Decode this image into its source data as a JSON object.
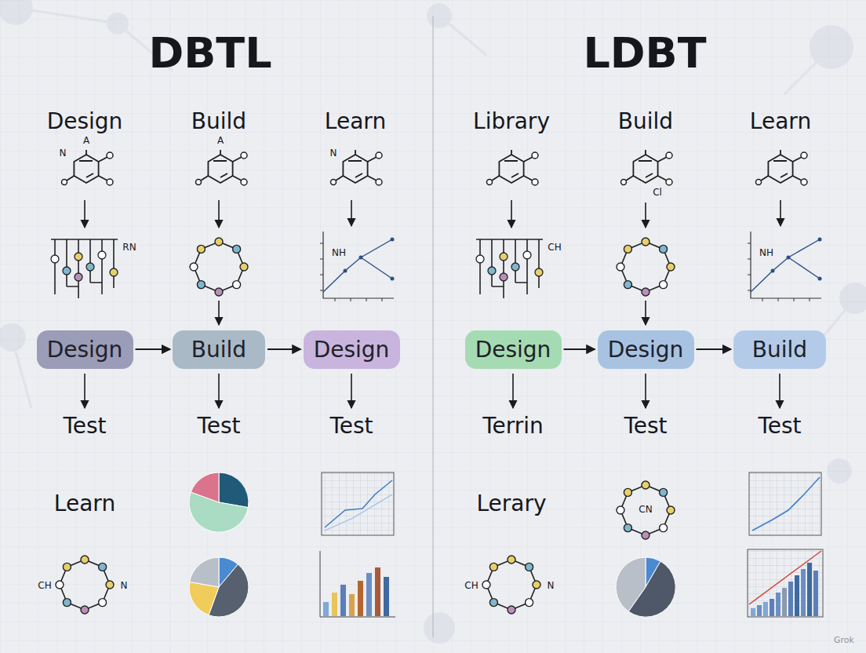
{
  "diagram": {
    "nodes": [
      {
        "text": [
          "Design"
        ]
      },
      {
        "text": [
          "Build"
        ]
      },
      {
        "text": [
          "Design"
        ]
      },
      {
        "text": [
          "Design"
        ]
      },
      {
        "text": [
          "Design"
        ]
      },
      {
        "text": [
          "Build"
        ]
      }
    ],
    "edges": [
      {
        "from": 0,
        "to": 1,
        "arrow": "to"
      },
      {
        "from": 1,
        "to": 2,
        "arrow": "to"
      },
      {
        "from": 3,
        "to": 4,
        "arrow": "to"
      },
      {
        "from": 4,
        "to": 5,
        "arrow": "to"
      }
    ],
    "labels": [
      "DBTL",
      "LDBT",
      "Design",
      "Build",
      "Learn",
      "Library",
      "Build",
      "Learn",
      "Test",
      "Test",
      "Test",
      "Terrin",
      "Test",
      "Test",
      "Learn",
      "Lerary",
      "N",
      "A",
      "A",
      "N",
      "RN",
      "NH",
      "CH",
      "Cl",
      "NH",
      "CN",
      "CH",
      "N",
      "CH",
      "N",
      "Grok"
    ]
  }
}
